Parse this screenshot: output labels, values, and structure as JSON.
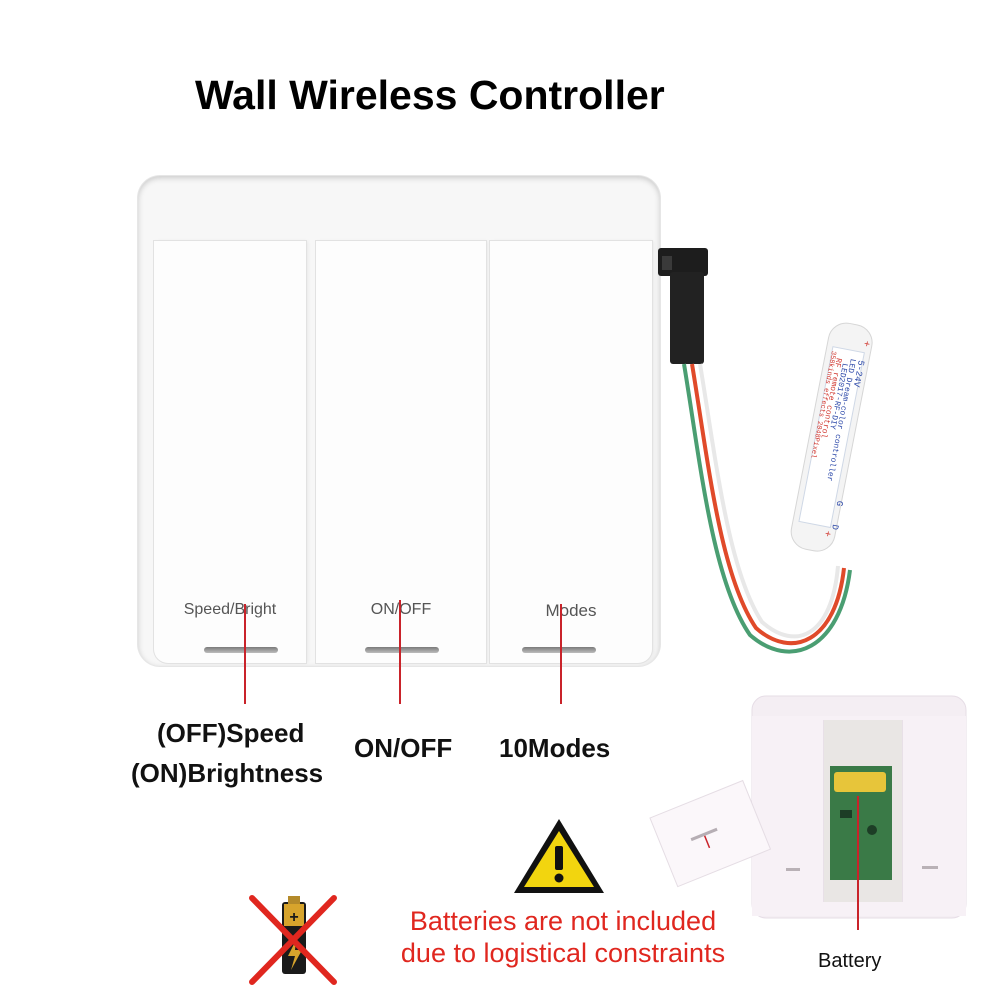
{
  "title": "Wall Wireless Controller",
  "panel_keys": [
    {
      "label": "Speed/Bright"
    },
    {
      "label": "ON/OFF"
    },
    {
      "label": "Modes"
    }
  ],
  "functions": {
    "speed_line1": "(OFF)Speed",
    "speed_line2": "(ON)Brightness",
    "onoff": "ON/OFF",
    "modes": "10Modes"
  },
  "controller_text": {
    "voltage": "5-24V",
    "line1": "LED Dream-color controller",
    "line2": "LED2017-RF-DIY",
    "line3": "RF remote control",
    "line4": "358kinds effects 2048Pixel",
    "plus": "+",
    "g": "G",
    "d": "D"
  },
  "warning": {
    "line1": "Batteries are not included",
    "line2": "due to logistical constraints"
  },
  "battery_label": "Battery",
  "colors": {
    "red": "#e0271f",
    "pointer": "#c9232a",
    "warning_yellow": "#f2d50f"
  },
  "icons": [
    "warning-icon",
    "no-battery-icon",
    "battery-icon"
  ]
}
